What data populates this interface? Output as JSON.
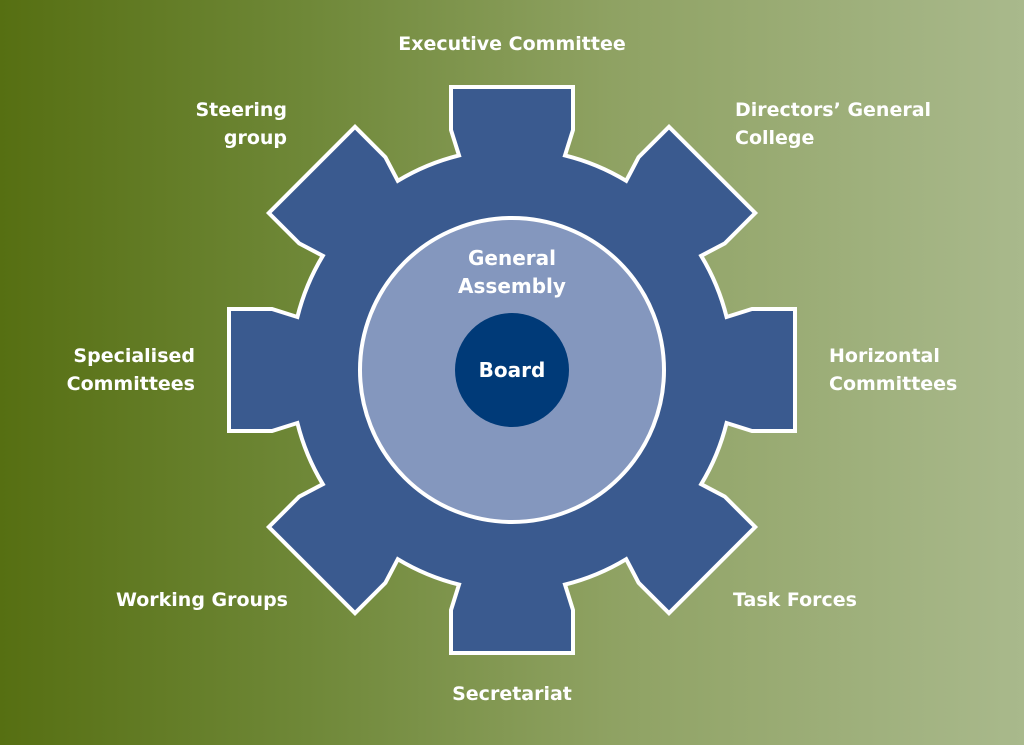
{
  "colors": {
    "gear": "#3a5a8f",
    "inner": "#8497be",
    "board": "#003a78",
    "outline": "#ffffff"
  },
  "center": {
    "outer_label": "General\nAssembly",
    "board_label": "Board"
  },
  "labels": {
    "top": "Executive Committee",
    "top_left": "Steering\ngroup",
    "top_right": "Directors’ General\nCollege",
    "left": "Specialised\nCommittees",
    "right": "Horizontal\nCommittees",
    "bottom_left": "Working Groups",
    "bottom_right": "Task Forces",
    "bottom": "Secretariat"
  }
}
